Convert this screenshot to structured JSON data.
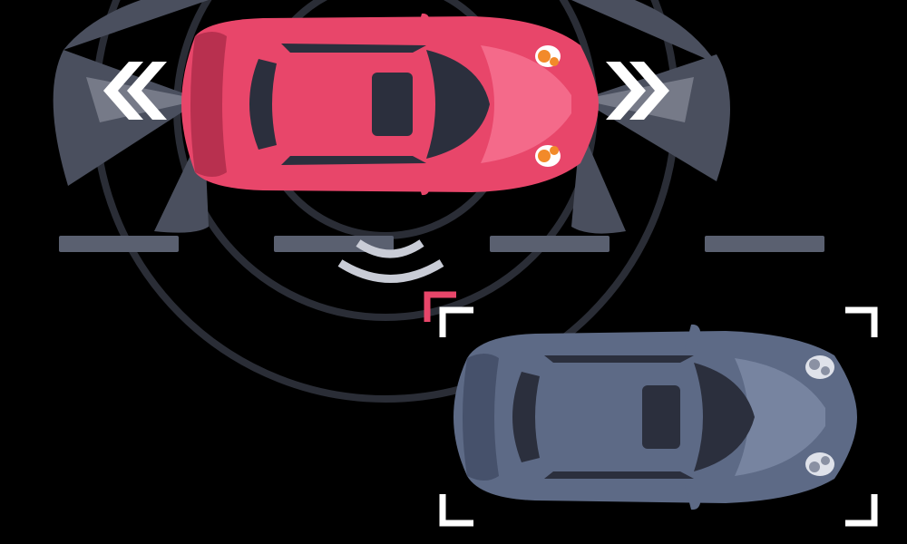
{
  "colors": {
    "background": "#000000",
    "ego_car_body": "#e8466a",
    "ego_car_highlight": "#f46a8a",
    "ego_car_shadow": "#b8304f",
    "target_car_body": "#5d6a86",
    "target_car_highlight": "#7784a0",
    "target_car_shadow": "#46516b",
    "glass": "#2b2f3d",
    "sensor_wedge": "#4a4f5e",
    "beam": "#c9ccd6",
    "lane_mark": "#5a6070",
    "radar_ring": "#2a2d36",
    "arrow": "#ffffff",
    "frame_bracket": "#ffffff",
    "alert_bracket": "#e8466a",
    "headlight": "#f28a2a"
  },
  "scene": {
    "ego_vehicle": {
      "name": "red-sports-car",
      "heading": "right"
    },
    "target_vehicle": {
      "name": "gray-sports-car",
      "heading": "right",
      "detected": true
    },
    "lane_marks": [
      1,
      2,
      3,
      4
    ],
    "direction_arrows": [
      "left-chevrons",
      "right-chevrons"
    ]
  }
}
